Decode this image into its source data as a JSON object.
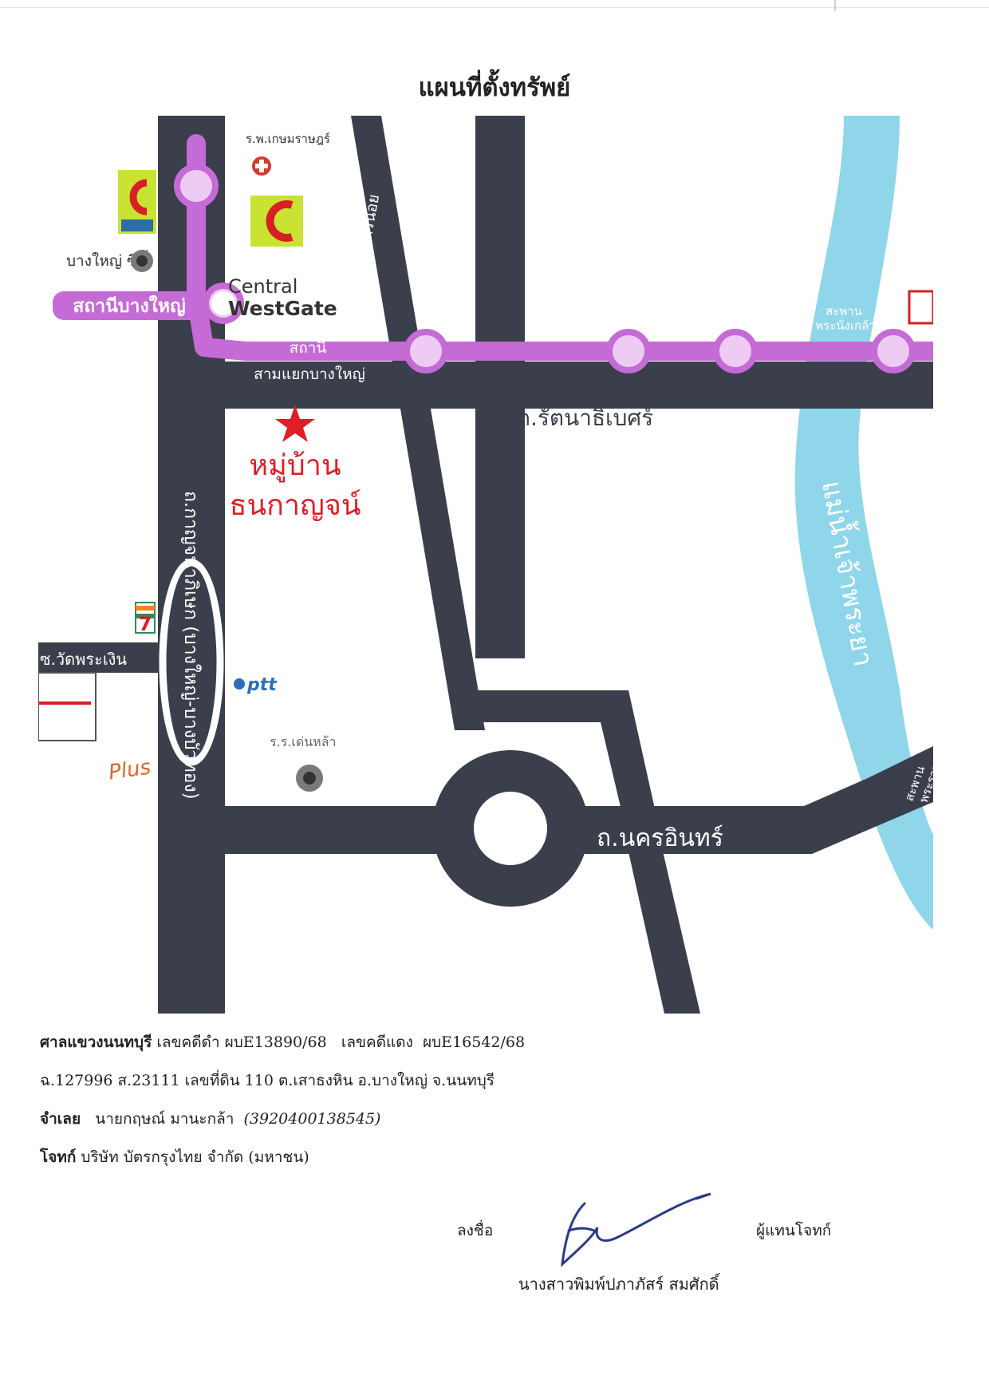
{
  "document": {
    "title": "แผนที่ตั้งทรัพย์"
  },
  "map": {
    "labels": {
      "hospital": "ร.พ.เกษมราษฎร์",
      "bangyai_city": "บางใหญ่ ซิตี้",
      "station_bangyai": "สถานีบางใหญ่",
      "central": "Central",
      "westgate": "WestGate",
      "station_sam_yaek_1": "สถานี",
      "station_sam_yaek_2": "สามแยกบางใหญ่",
      "road_bang_kruai": "ถ.บางกรวย-ไทรน้อย",
      "road_rattanathibet": "ถ.รัตนาธิเบศร์",
      "village_line1": "หมู่บ้าน",
      "village_line2": "ธนกาญจน์",
      "road_kanchanaphisek": "ถ.กาญจนาภิเษก (บางใหญ่-บางบัวทอง)",
      "soi_wat_phra_ngoen": "ซ.วัดพระเงิน",
      "ptt": "ptt",
      "school": "ร.ร.เด่นหล้า",
      "road_nakhon_in": "ถ.นครอินทร์",
      "river": "แม่น้ำเจ้าพระยา",
      "station_right_1": "สะพาน",
      "station_right_2": "พระนั่งเกล้า",
      "bridge_right_1": "สะพาน",
      "bridge_right_2": "พระราม",
      "seven_eleven": "7",
      "plus_logo": "Plus"
    },
    "colors": {
      "road": "#3a3f4b",
      "rail": "#c56bd6",
      "river": "#8fd6ea",
      "station": "#eecbf2",
      "marker": "#e01e28"
    },
    "icons": {
      "marker": "star-icon",
      "hospital": "hospital-cross-icon",
      "mall": "mall-pin-icon",
      "store": "bigc-store-icon",
      "fuel": "ptt-station-icon"
    }
  },
  "case": {
    "court_label": "ศาลแขวงนนทบุรี",
    "black_case_label": "เลขคดีดำ",
    "black_case_no": "ผบE13890/68",
    "red_case_label": "เลขคดีแดง",
    "red_case_no": "ผบE16542/68",
    "deed_line": "ฉ.127996 ส.23111 เลขที่ดิน 110 ต.เสาธงหิน อ.บางใหญ่ จ.นนทบุรี",
    "defendant_label": "จำเลย",
    "defendant_name": "นายกฤษณ์ มานะกล้า",
    "defendant_id": "(3920400138545)",
    "plaintiff_label": "โจทก์",
    "plaintiff_name": "บริษัท บัตรกรุงไทย จำกัด (มหาชน)"
  },
  "signature": {
    "sign_label": "ลงชื่อ",
    "role_label": "ผู้แทนโจทก์",
    "signer_name": "นางสาวพิมพ์ปภาภัสร์ สมศักดิ์"
  }
}
